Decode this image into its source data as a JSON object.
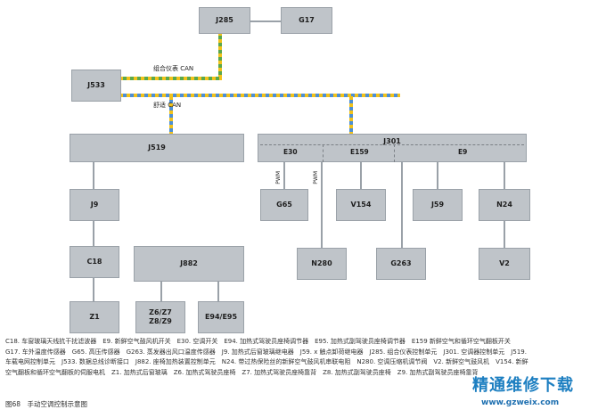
{
  "nodes": {
    "j285": "J285",
    "g17": "G17",
    "j533": "J533",
    "j519": "J519",
    "j301": "J301",
    "e30": "E30",
    "e159": "E159",
    "e9": "E9",
    "j9": "J9",
    "g65": "G65",
    "v154": "V154",
    "j59": "J59",
    "n24": "N24",
    "c18": "C18",
    "j882": "J882",
    "n280": "N280",
    "g263": "G263",
    "v2": "V2",
    "z1": "Z1",
    "z6z7z8z9": "Z6/Z7\nZ8/Z9",
    "e94e95": "E94/E95"
  },
  "bus": {
    "cluster_can": "组合仪表 CAN",
    "comfort_can": "舒适 CAN"
  },
  "signals": {
    "pwm1": "PWM",
    "pwm2": "PWM"
  },
  "legend": {
    "line1": "C18. 车窗玻璃天线抗干扰滤波器　E9. 新鲜空气鼓风机开关　E30. 空调开关　E94. 加热式驾驶员座椅调节器　E95. 加热式副驾驶员座椅调节器　E159 新鲜空气和循环空气翻板开关",
    "line2": "G17. 车外温度传感器　G65. 高压传感器　G263. 蒸发器出风口温度传感器　J9. 加热式后窗玻璃继电器　J59. x 触点卸荷继电器　J285. 组合仪表控制单元　J301. 空调器控制单元　J519.",
    "line3": "车载电网控制单元　J533. 数据总线诊断接口　J882. 座椅加热装置控制单元　N24. 带过热保险丝的新鲜空气鼓风机串联电阻　N280. 空调压缩机调节阀　V2. 新鲜空气鼓风机　V154. 新鲜",
    "line4": "空气翻板和循环空气翻板的伺服电机　Z1. 加热式后窗玻璃　Z6. 加热式驾驶员座椅　Z7. 加热式驾驶员座椅靠背　Z8. 加热式副驾驶员座椅　Z9. 加热式副驾驶员座椅靠背"
  },
  "caption": "图68　手动空调控制示意图",
  "watermark": {
    "text": "精通维修下载",
    "url": "www.gzweix.com"
  },
  "colors": {
    "box_fill": "#bfc4c9",
    "bus_yellow": "#f2c21a",
    "bus_green": "#5aa84c",
    "bus_blue": "#4c8fd6"
  }
}
